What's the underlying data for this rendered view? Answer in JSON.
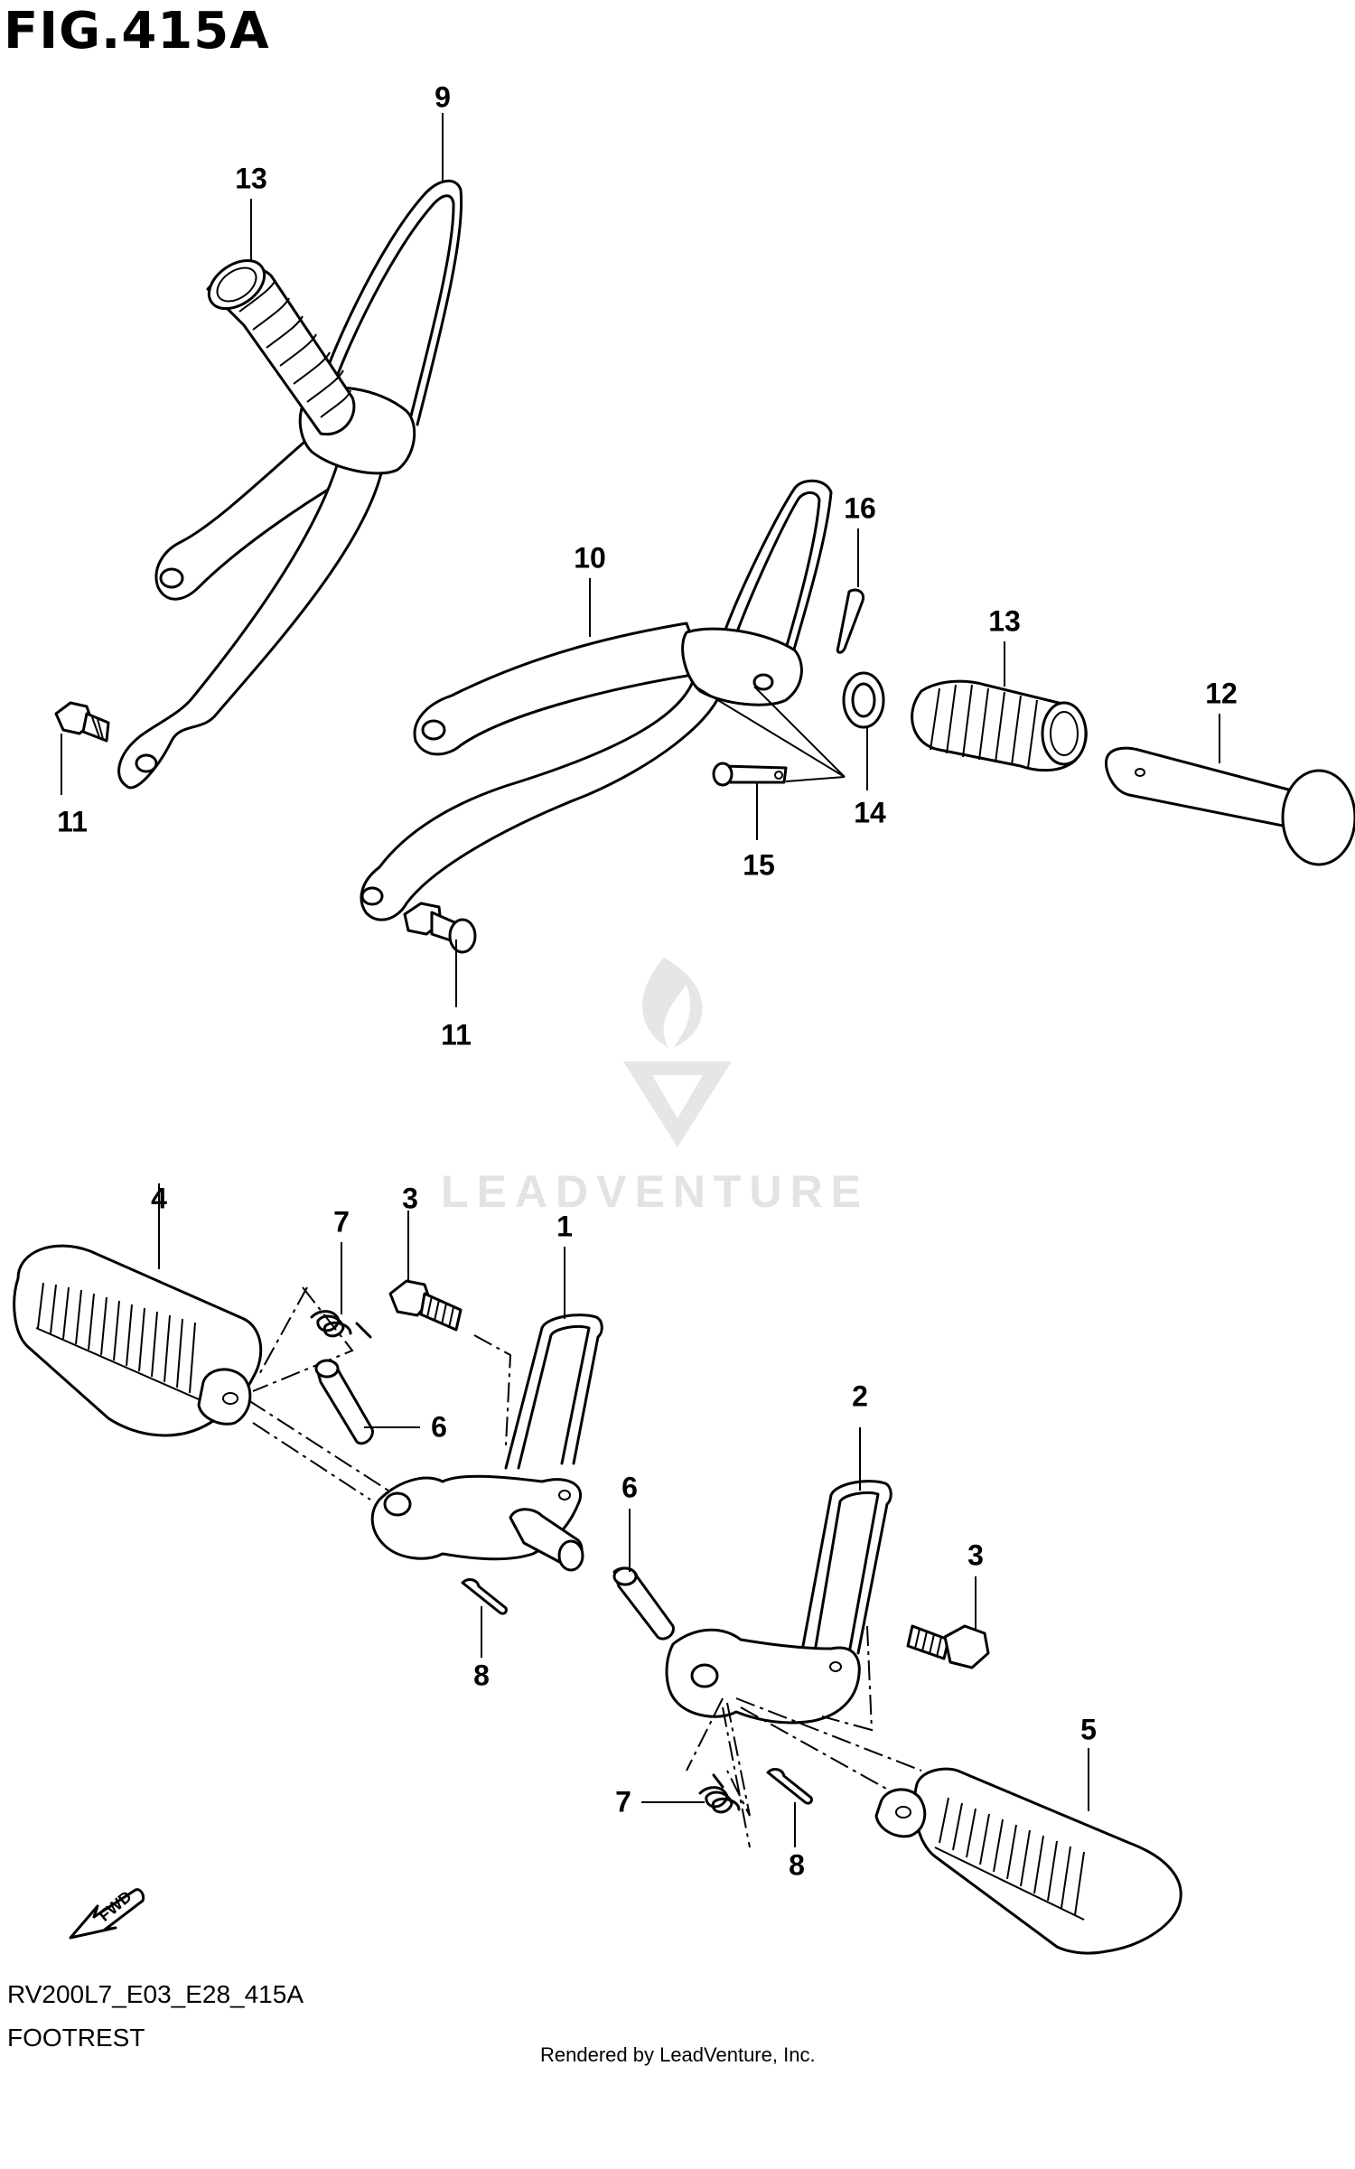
{
  "figure": {
    "title": "FIG.415A",
    "model_code": "RV200L7_E03_E28_415A",
    "section_name": "FOOTREST",
    "rendered_by": "Rendered by LeadVenture, Inc.",
    "watermark": "LEADVENTURE",
    "fwd_arrow_label": "FWD"
  },
  "callouts": [
    {
      "id": "c9",
      "label": "9"
    },
    {
      "id": "c13a",
      "label": "13"
    },
    {
      "id": "c16",
      "label": "16"
    },
    {
      "id": "c10",
      "label": "10"
    },
    {
      "id": "c13b",
      "label": "13"
    },
    {
      "id": "c12",
      "label": "12"
    },
    {
      "id": "c14",
      "label": "14"
    },
    {
      "id": "c15",
      "label": "15"
    },
    {
      "id": "c11a",
      "label": "11"
    },
    {
      "id": "c11b",
      "label": "11"
    },
    {
      "id": "c4",
      "label": "4"
    },
    {
      "id": "c7a",
      "label": "7"
    },
    {
      "id": "c3a",
      "label": "3"
    },
    {
      "id": "c1",
      "label": "1"
    },
    {
      "id": "c6a",
      "label": "6"
    },
    {
      "id": "c8a",
      "label": "8"
    },
    {
      "id": "c2",
      "label": "2"
    },
    {
      "id": "c6b",
      "label": "6"
    },
    {
      "id": "c3b",
      "label": "3"
    },
    {
      "id": "c5",
      "label": "5"
    },
    {
      "id": "c7b",
      "label": "7"
    },
    {
      "id": "c8b",
      "label": "8"
    }
  ]
}
